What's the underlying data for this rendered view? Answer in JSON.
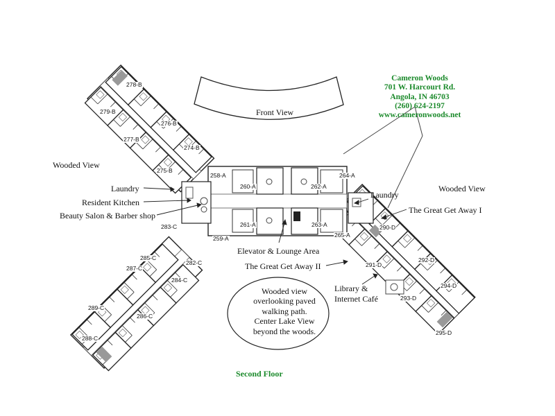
{
  "info": {
    "name": "Cameron Woods",
    "address": "701 W. Harcourt Rd.",
    "city": "Angola, IN  46703",
    "phone": "(260) 624-2197",
    "website": "www.cameronwoods.net"
  },
  "labels": {
    "front_view": "Front View",
    "wooded_view_left": "Wooded View",
    "wooded_view_right": "Wooded View",
    "laundry_left": "Laundry",
    "resident_kitchen": "Resident Kitchen",
    "beauty_salon": "Beauty Salon & Barber shop",
    "laundry_right": "Laundry",
    "great_get_away_1": "The Great Get Away I",
    "elevator_lounge": "Elevator & Lounge Area",
    "great_get_away_2": "The Great Get Away II",
    "library_line1": "Library &",
    "library_line2": "Internet Café",
    "floor_title": "Second Floor"
  },
  "oval_note": {
    "line1": "Wooded view",
    "line2": "overlooking paved",
    "line3": "walking path.",
    "line4": "Center Lake View",
    "line5": "beyond the woods."
  },
  "rooms": {
    "r278b": "278-B",
    "r279b": "279-B",
    "r276b": "276-B",
    "r277b": "277-B",
    "r274b": "274-B",
    "r275b": "275-B",
    "r258a": "258-A",
    "r260a": "260-A",
    "r262a": "262-A",
    "r264a": "264-A",
    "r261a": "261-A",
    "r263a": "263-A",
    "r259a": "259-A",
    "r265a": "265-A",
    "r283c": "283-C",
    "r285c": "285-C",
    "r282c": "282-C",
    "r287c": "287-C",
    "r284c": "284-C",
    "r289c": "289-C",
    "r286c": "286-C",
    "r288c": "288-C",
    "r290d": "290-D",
    "r291d": "291-D",
    "r292d": "292-D",
    "r293d": "293-D",
    "r294d": "294-D",
    "r295d": "295-D"
  }
}
